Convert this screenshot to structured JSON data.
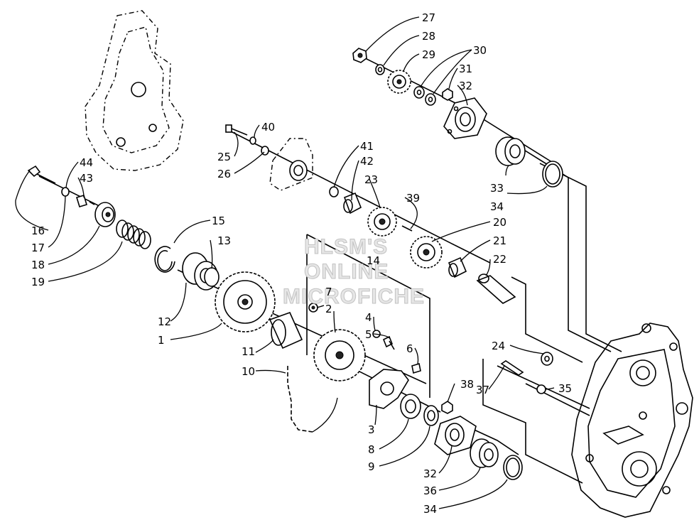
{
  "watermark": {
    "line1": "HLSM'S",
    "line2": "ONLINE",
    "line3": "MICROFICHE"
  },
  "callouts": [
    "27",
    "28",
    "29",
    "30",
    "31",
    "32",
    "40",
    "25",
    "26",
    "41",
    "42",
    "23",
    "39",
    "33",
    "34",
    "44",
    "43",
    "16",
    "17",
    "18",
    "19",
    "15",
    "13",
    "14",
    "12",
    "1",
    "7",
    "2",
    "20",
    "21",
    "22",
    "4",
    "5",
    "6",
    "11",
    "10",
    "24",
    "37",
    "35",
    "38",
    "3",
    "8",
    "9",
    "32",
    "36",
    "34"
  ]
}
